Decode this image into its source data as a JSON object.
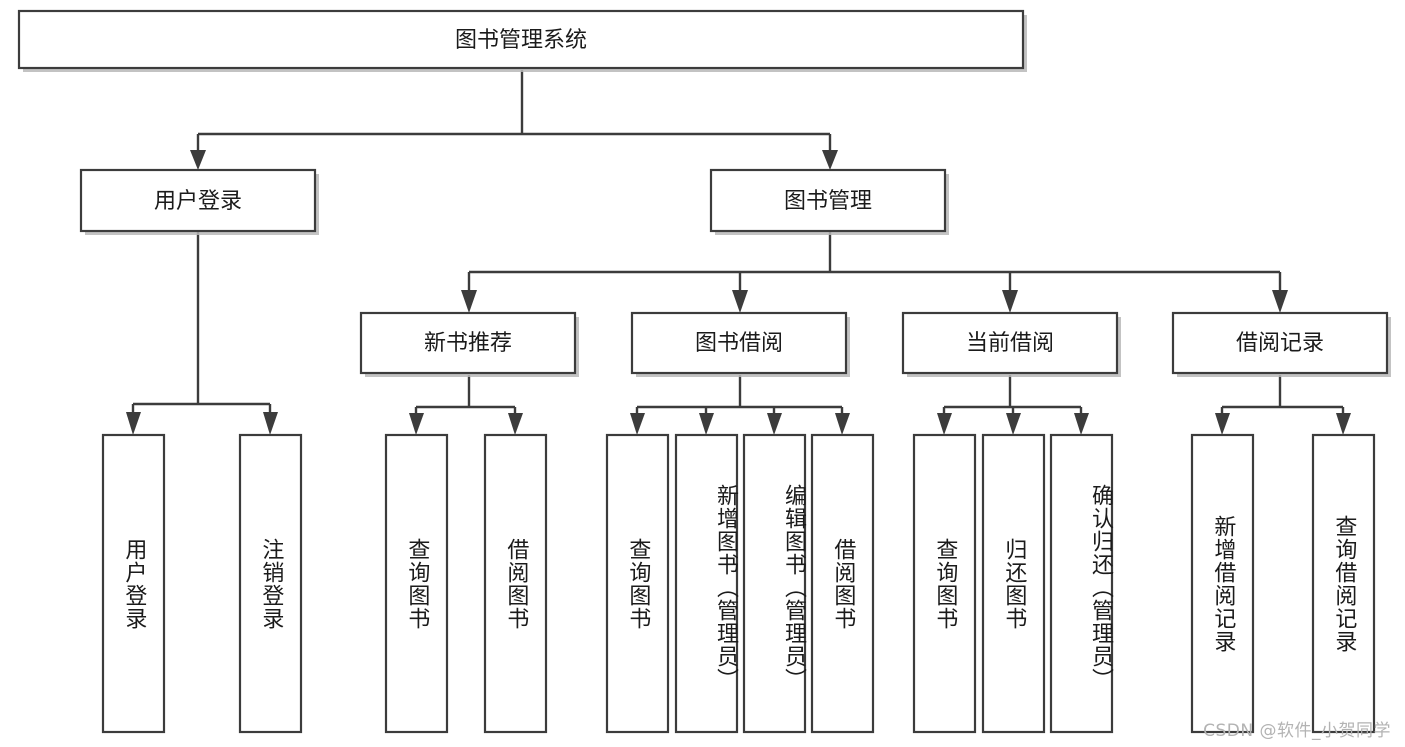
{
  "diagram": {
    "title": "图书管理系统",
    "watermark": "CSDN @软件_小贺同学",
    "colors": {
      "stroke": "#3c3c3c",
      "fill": "#ffffff",
      "text": "#1b1b1b",
      "watermark": "#b3b3b3"
    },
    "root": {
      "label": "图书管理系统"
    },
    "level2": [
      {
        "label": "用户登录"
      },
      {
        "label": "图书管理"
      }
    ],
    "level3": [
      {
        "label": "新书推荐"
      },
      {
        "label": "图书借阅"
      },
      {
        "label": "当前借阅"
      },
      {
        "label": "借阅记录"
      }
    ],
    "leaves": {
      "user_login": [
        {
          "label": "用户登录"
        },
        {
          "label": "注销登录"
        }
      ],
      "new_book": [
        {
          "label": "查询图书"
        },
        {
          "label": "借阅图书"
        }
      ],
      "book_borrow": [
        {
          "label": "查询图书"
        },
        {
          "label": "新增图书（管理员）"
        },
        {
          "label": "编辑图书（管理员）"
        },
        {
          "label": "借阅图书"
        }
      ],
      "current_borrow": [
        {
          "label": "查询图书"
        },
        {
          "label": "归还图书"
        },
        {
          "label": "确认归还（管理员）"
        }
      ],
      "borrow_record": [
        {
          "label": "新增借阅记录"
        },
        {
          "label": "查询借阅记录"
        }
      ]
    }
  }
}
